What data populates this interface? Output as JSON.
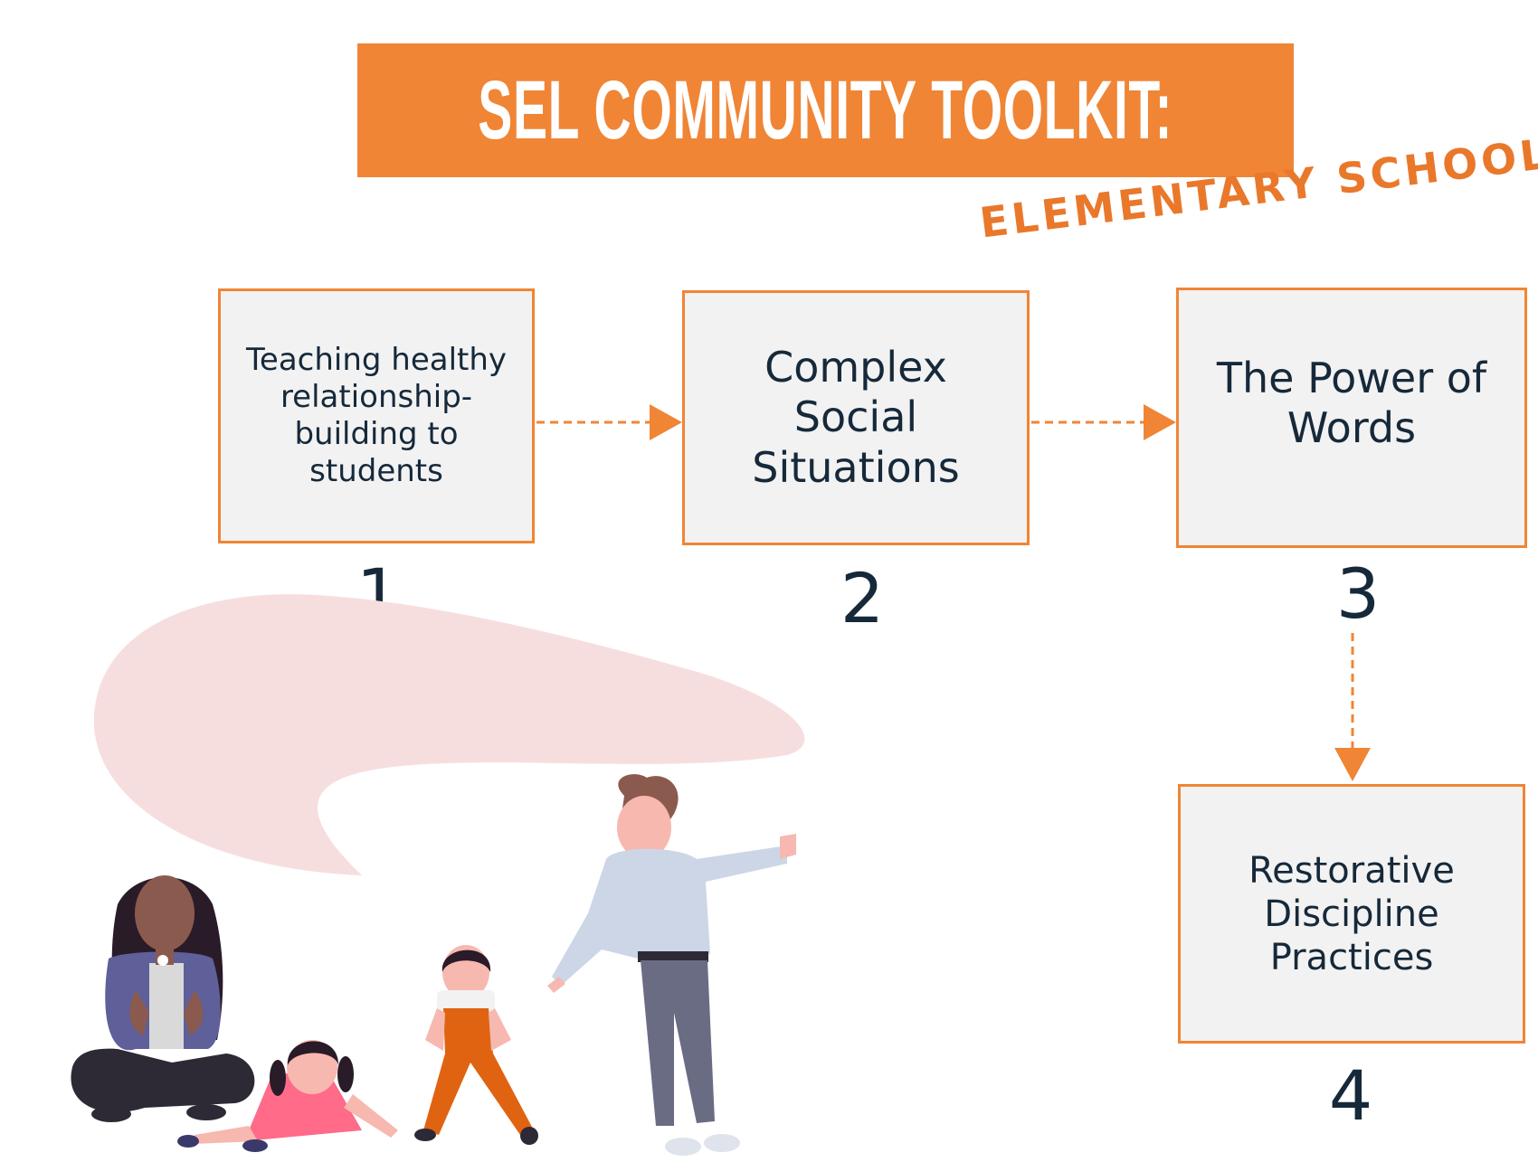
{
  "title": "SEL COMMUNITY TOOLKIT:",
  "subtitle": "ELEMENTARY SCHOOL",
  "colors": {
    "accent": "#f08535",
    "box_fill": "#f2f2f2",
    "text_dark": "#16293a",
    "blob": "#f7dede"
  },
  "steps": [
    {
      "number": "1",
      "label": "Teaching healthy relationship-building to students"
    },
    {
      "number": "2",
      "label": "Complex Social Situations"
    },
    {
      "number": "3",
      "label": "The Power of Words"
    },
    {
      "number": "4",
      "label": "Restorative Discipline Practices"
    }
  ]
}
